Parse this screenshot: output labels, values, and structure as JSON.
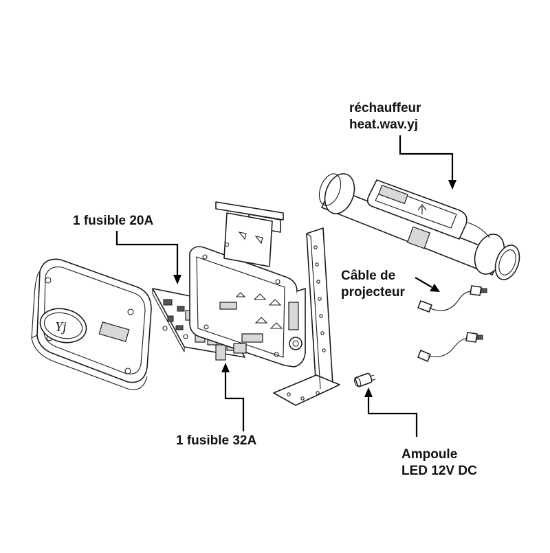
{
  "labels": {
    "heater": {
      "line1": "réchauffeur",
      "line2": "heat.wav.yj"
    },
    "fuse20": {
      "text": "1 fusible 20A"
    },
    "fuse32": {
      "text": "1 fusible 32A"
    },
    "cable": {
      "line1": "Câble de",
      "line2": "projecteur"
    },
    "bulb": {
      "line1": "Ampoule",
      "line2": "LED 12V DC"
    }
  },
  "cover_logo": "Yj",
  "colors": {
    "line": "#1a1a1a",
    "leader": "#000000",
    "background": "#ffffff",
    "shade": "#d8d8d8"
  }
}
